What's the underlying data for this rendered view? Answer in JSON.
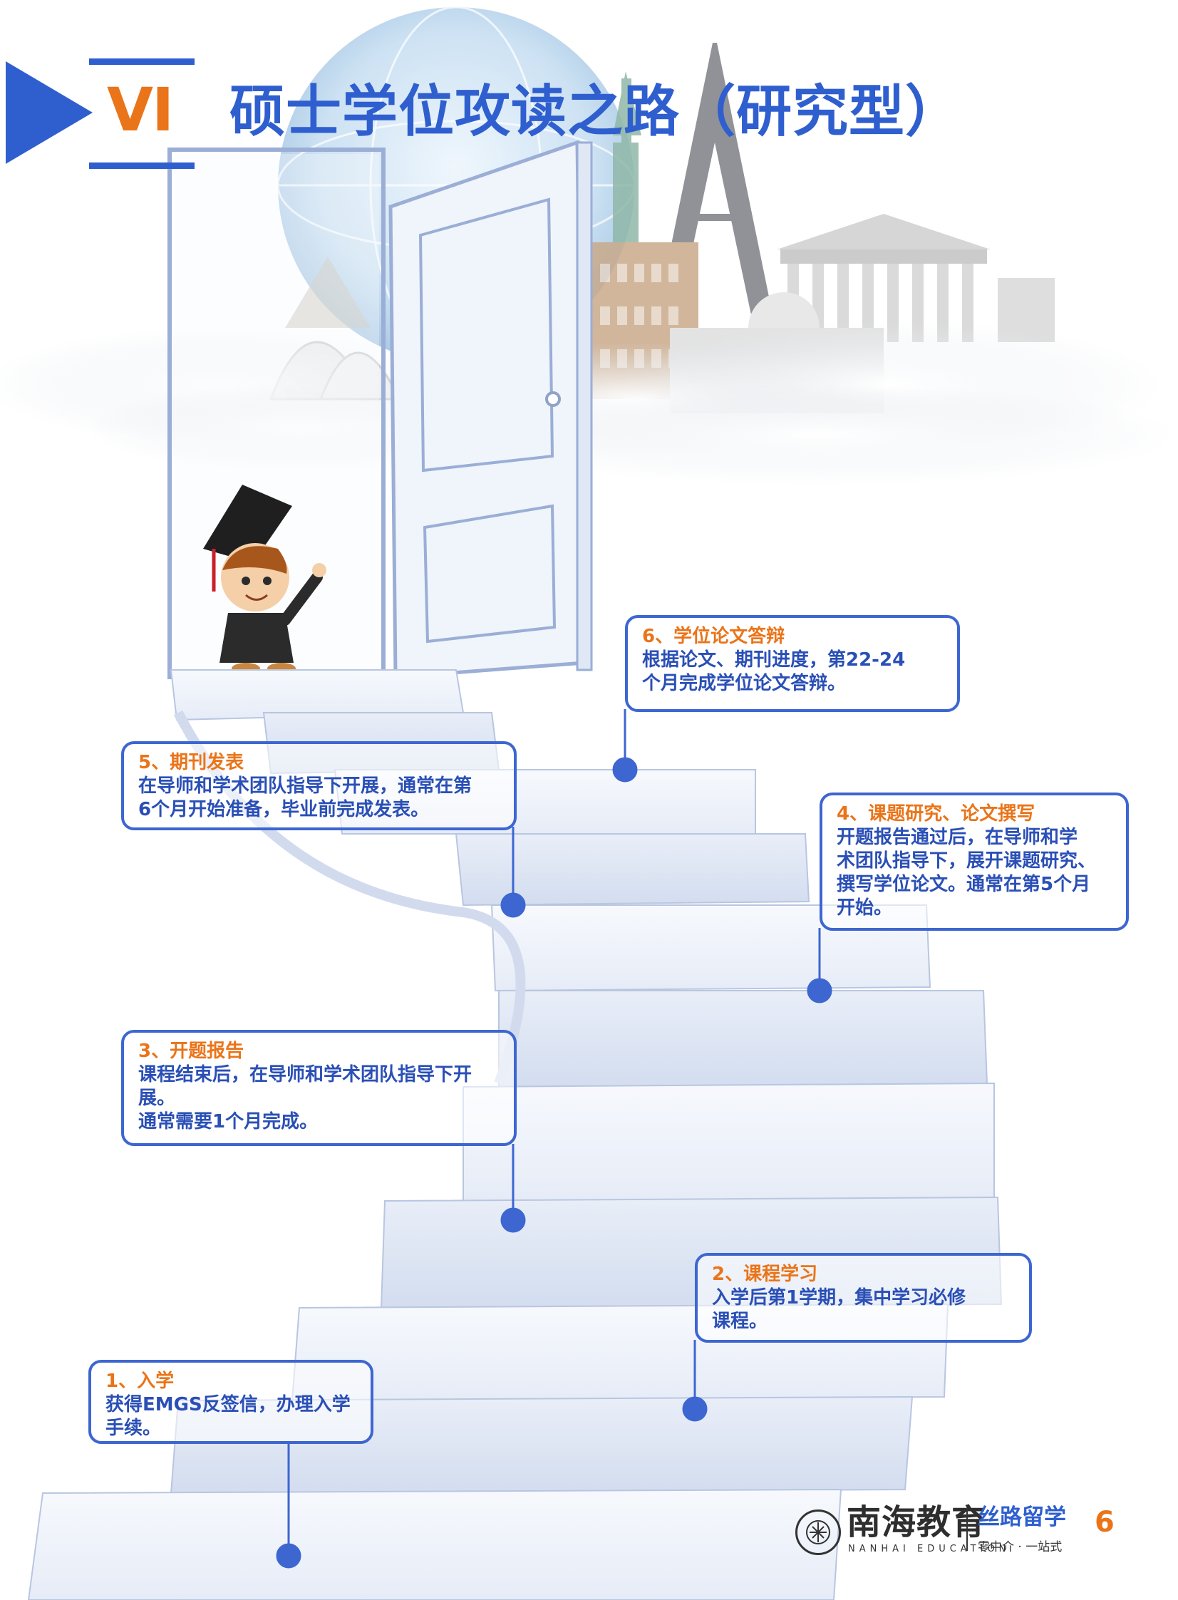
{
  "header": {
    "roman": "VI",
    "title": "硕士学位攻读之路（研究型）"
  },
  "steps": [
    {
      "title": "1、入学",
      "text": "获得EMGS反签信，办理入学\n手续。"
    },
    {
      "title": "2、课程学习",
      "text": "入学后第1学期，集中学习必修\n课程。"
    },
    {
      "title": "3、开题报告",
      "text": "课程结束后，在导师和学术团队指导下开\n展。\n通常需要1个月完成。"
    },
    {
      "title": "4、课题研究、论文撰写",
      "text": "开题报告通过后，在导师和学\n术团队指导下，展开课题研究、\n撰写学位论文。通常在第5个月\n开始。"
    },
    {
      "title": "5、期刊发表",
      "text": "在导师和学术团队指导下开展，通常在第\n6个月开始准备，毕业前完成发表。"
    },
    {
      "title": "6、学位论文答辩",
      "text": "根据论文、期刊进度，第22-24\n个月完成学位论文答辩。"
    }
  ],
  "footer": {
    "logo_main": "南海教育",
    "logo_sub": "NANHAI EDUCATION",
    "slogan": "丝路留学",
    "slogan_sub": "零中介 · 一站式",
    "page_number": "6"
  },
  "colors": {
    "accent_blue": "#2f5fcf",
    "accent_orange": "#ea7419",
    "text_blue": "#2a4fb6"
  }
}
